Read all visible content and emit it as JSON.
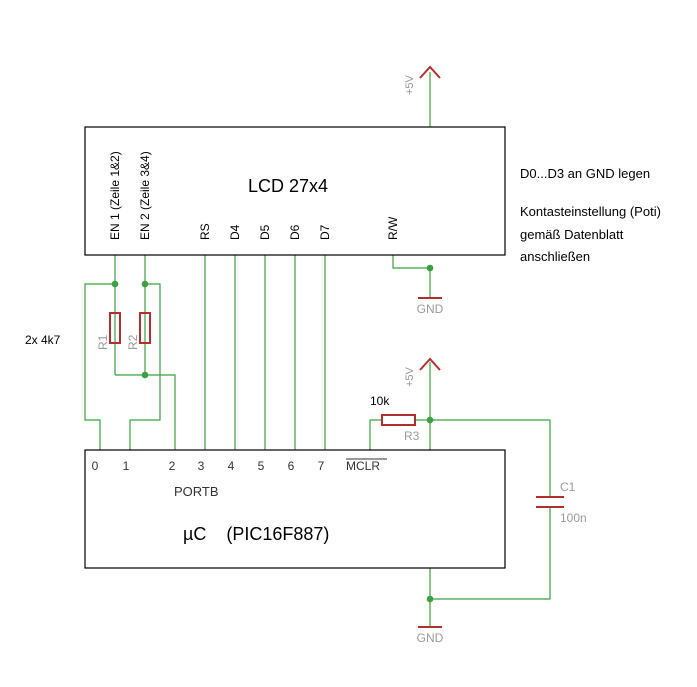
{
  "lcd": {
    "title": "LCD 27x4",
    "pins": {
      "en1": "EN 1 (Zeile 1&2)",
      "en2": "EN 2 (Zeile 3&4)",
      "rs": "RS",
      "d4": "D4",
      "d5": "D5",
      "d6": "D6",
      "d7": "D7",
      "rw": "R/W"
    }
  },
  "notes": {
    "line1": "D0...D3 an GND legen",
    "line2": "Kontasteinstellung (Poti)",
    "line3": "gemäß Datenblatt",
    "line4": "anschließen"
  },
  "mcu": {
    "title": "µC    (PIC16F887)",
    "port_label": "PORTB",
    "pins": [
      "0",
      "1",
      "2",
      "3",
      "4",
      "5",
      "6",
      "7"
    ],
    "mclr": "MCLR"
  },
  "resistors": {
    "pair_value": "2x 4k7",
    "r1": "R1",
    "r2": "R2",
    "r3_name": "R3",
    "r3_value": "10k"
  },
  "capacitor": {
    "name": "C1",
    "value": "100n"
  },
  "supply": {
    "vcc_top": "+5V",
    "vcc_mid": "+5V",
    "gnd_top": "GND",
    "gnd_bottom": "GND"
  },
  "colors": {
    "wire": "#3aa042",
    "component": "#b03030",
    "outline": "#000000",
    "supply_text": "#9a9a9a"
  }
}
